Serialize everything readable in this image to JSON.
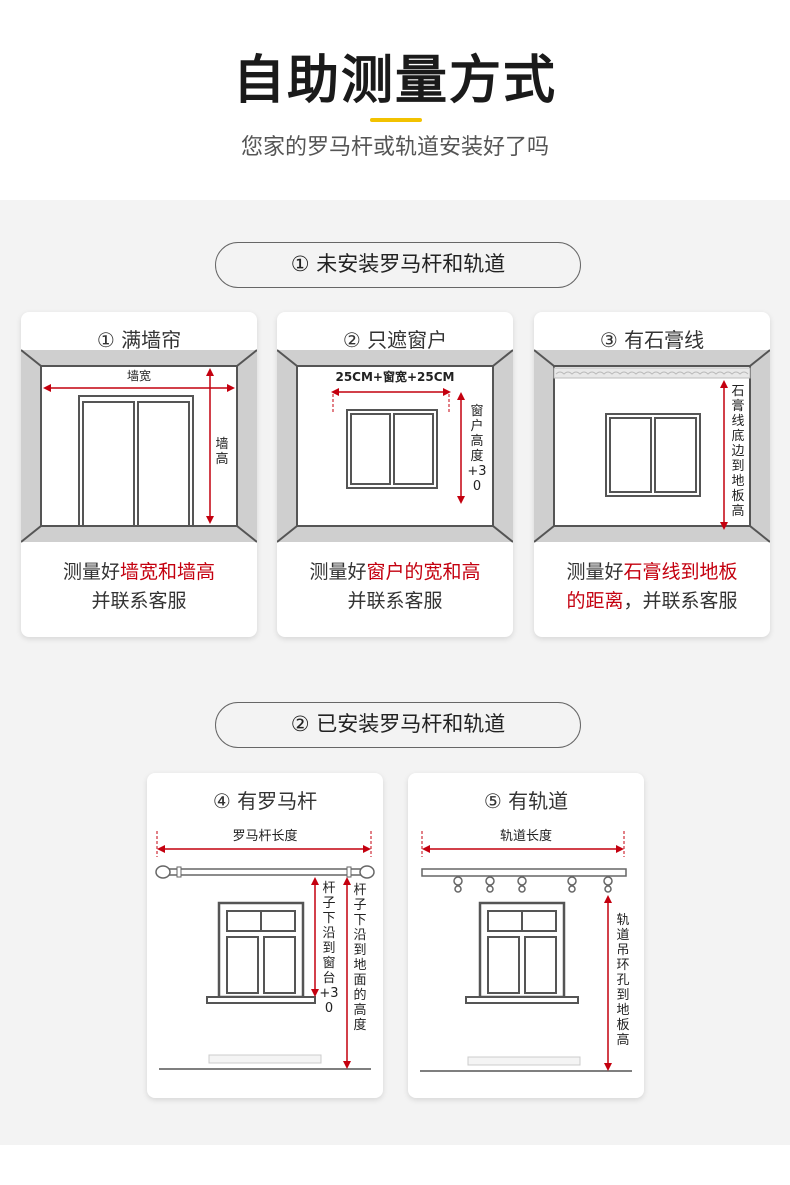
{
  "header": {
    "title": "自助测量方式",
    "subtitle": "您家的罗马杆或轨道安装好了吗"
  },
  "section1": {
    "label": "① 未安装罗马杆和轨道",
    "cards": [
      {
        "title": "① 满墙帘",
        "dim_width": "墙宽",
        "dim_height": "墙高",
        "desc_plain_1": "测量好",
        "desc_red": "墙宽和墙高",
        "desc_line2": "并联系客服"
      },
      {
        "title": "② 只遮窗户",
        "dim_width": "25CM+窗宽+25CM",
        "dim_height": "窗户高度+30",
        "desc_plain_1": "测量好",
        "desc_red": "窗户的宽和高",
        "desc_line2": "并联系客服"
      },
      {
        "title": "③ 有石膏线",
        "dim_height": "石膏线底边到地板高",
        "desc_plain_1": "测量好",
        "desc_red": "石膏线到地板",
        "desc_red_2": "的距离",
        "desc_line2_rest": "，并联系客服"
      }
    ]
  },
  "section2": {
    "label": "② 已安装罗马杆和轨道",
    "cards": [
      {
        "title": "④ 有罗马杆",
        "dim_width": "罗马杆长度",
        "dim_left": "杆子下沿到窗台+30",
        "dim_right": "杆子下沿到地面的高度"
      },
      {
        "title": "⑤ 有轨道",
        "dim_width": "轨道长度",
        "dim_right": "轨道吊环孔到地板高"
      }
    ]
  },
  "colors": {
    "accent_yellow": "#f2c200",
    "dimension_red": "#c4000f",
    "background_grey": "#f3f3f3"
  }
}
